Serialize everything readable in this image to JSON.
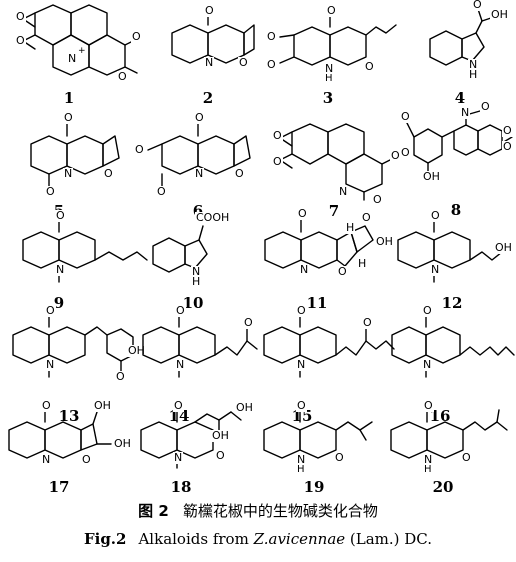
{
  "compounds": [
    {
      "num": "1",
      "atoms": [
        "O",
        "O",
        "N",
        "+",
        "O",
        "O"
      ]
    },
    {
      "num": "2",
      "atoms": [
        "O",
        "N",
        "O"
      ]
    },
    {
      "num": "3",
      "atoms": [
        "O",
        "O",
        "O",
        "N",
        "H",
        "O"
      ]
    },
    {
      "num": "4",
      "atoms": [
        "OH",
        "O",
        "N",
        "H"
      ]
    },
    {
      "num": "5",
      "atoms": [
        "O",
        "N",
        "O",
        "O"
      ]
    },
    {
      "num": "6",
      "atoms": [
        "O",
        "O",
        "O",
        "N",
        "O"
      ]
    },
    {
      "num": "7",
      "atoms": [
        "O",
        "O",
        "N",
        "O",
        "O"
      ]
    },
    {
      "num": "8",
      "atoms": [
        "O",
        "O",
        "OH",
        "N",
        "O",
        "O",
        "O"
      ]
    },
    {
      "num": "9",
      "atoms": [
        "O",
        "N"
      ]
    },
    {
      "num": "10",
      "atoms": [
        "COOH",
        "N",
        "H"
      ]
    },
    {
      "num": "11",
      "atoms": [
        "O",
        "H",
        "O",
        "OH",
        "N",
        "O",
        "H"
      ]
    },
    {
      "num": "12",
      "atoms": [
        "O",
        "OH",
        "N"
      ]
    },
    {
      "num": "13",
      "atoms": [
        "O",
        "N",
        "OH",
        "O"
      ]
    },
    {
      "num": "14",
      "atoms": [
        "O",
        "O",
        "N"
      ]
    },
    {
      "num": "15",
      "atoms": [
        "O",
        "O",
        "N"
      ]
    },
    {
      "num": "16",
      "atoms": [
        "O",
        "N"
      ]
    },
    {
      "num": "17",
      "atoms": [
        "O",
        "OH",
        "N",
        "O",
        "OH"
      ]
    },
    {
      "num": "18",
      "atoms": [
        "O",
        "OH",
        "OH",
        "N",
        "O"
      ]
    },
    {
      "num": "19",
      "atoms": [
        "O",
        "N",
        "H",
        "O"
      ]
    },
    {
      "num": "20",
      "atoms": [
        "O",
        "N",
        "H",
        "O"
      ]
    }
  ],
  "caption": {
    "cn_label": "图 2",
    "cn_text": "簕欓花椒中的生物碱类化合物",
    "en_label": "Fig.2",
    "en_text_pre": "Alkaloids from ",
    "en_species": "Z.avicennae",
    "en_text_post": " (Lam.) DC."
  }
}
